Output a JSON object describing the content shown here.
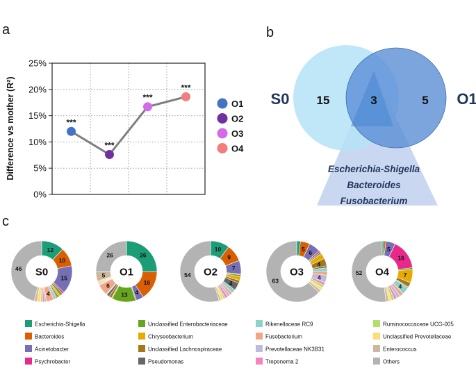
{
  "panels": {
    "a": "a",
    "b": "b",
    "c": "c"
  },
  "chart_data": [
    {
      "type": "line",
      "ylabel": "Difference vs mother (R²)",
      "ylim": [
        0,
        25
      ],
      "yticks": [
        "0%",
        "5%",
        "10%",
        "15%",
        "20%",
        "25%"
      ],
      "grid": true,
      "points": [
        {
          "x": "O1",
          "y": 12.0,
          "label": "***",
          "color": "#4472c4"
        },
        {
          "x": "O2",
          "y": 7.6,
          "label": "***",
          "color": "#7030a0"
        },
        {
          "x": "O3",
          "y": 16.7,
          "label": "***",
          "color": "#d36be6"
        },
        {
          "x": "O4",
          "y": 18.6,
          "label": "***",
          "color": "#f47c7c"
        }
      ],
      "line_color": "#7f7f7f",
      "legend_position": "right"
    },
    {
      "type": "venn",
      "sets": [
        {
          "label": "S0",
          "unique": 15,
          "color": "#b5e3f7"
        },
        {
          "label": "O1",
          "unique": 5,
          "color": "#5b8fd6"
        }
      ],
      "shared": 3,
      "shared_genera": [
        "Escherichia-Shigella",
        "Bacteroides",
        "Fusobacterium"
      ]
    },
    {
      "type": "pie",
      "variant": "donut",
      "categories": [
        "Escherichia-Shigella",
        "Bacteroides",
        "Acinetobacter",
        "Psychrobacter",
        "Unclassified Enterobacteriaceae",
        "Chryseobacterium",
        "Unclassified Lachnospiraceae",
        "Pseudomonas",
        "Rikenellaceae RC9",
        "Fusobacterium",
        "Prevotellaceae NK3B31",
        "Treponema 2",
        "Ruminococcaceae UCG-005",
        "Unclassified Prevotellaceae",
        "Enterococcus",
        "Others"
      ],
      "colors": [
        "#1b9e77",
        "#d95f02",
        "#7570b3",
        "#e7298a",
        "#66a61e",
        "#e6ab02",
        "#a6761d",
        "#666666",
        "#8dd3c7",
        "#f4a582",
        "#bebada",
        "#f781bf",
        "#b3de69",
        "#fddc7a",
        "#cdb79e",
        "#b3b3b3"
      ],
      "series": [
        {
          "name": "S0",
          "values": [
            12,
            10,
            15,
            1,
            1.5,
            1,
            1,
            0.5,
            1.5,
            4,
            1,
            1,
            1,
            2,
            1.5,
            46
          ],
          "labels": [
            "12",
            "10",
            "15",
            "",
            "",
            "",
            "",
            "",
            "",
            "4",
            "",
            "",
            "",
            "",
            "",
            "46"
          ]
        },
        {
          "name": "O1",
          "values": [
            26,
            16,
            4,
            0.5,
            13,
            0.5,
            1.5,
            1.5,
            0.5,
            6,
            0.5,
            0.5,
            0.5,
            1,
            5,
            26
          ],
          "labels": [
            "26",
            "16",
            "4",
            "",
            "13",
            "",
            "",
            "",
            "",
            "6",
            "",
            "",
            "",
            "",
            "5",
            "26"
          ]
        },
        {
          "name": "O2",
          "values": [
            10,
            9,
            7,
            0.5,
            1,
            2,
            1.5,
            4,
            2,
            1.5,
            1.5,
            1.5,
            1,
            1.5,
            1,
            54
          ],
          "labels": [
            "10",
            "9",
            "7",
            "",
            "",
            "",
            "",
            "4",
            "",
            "",
            "",
            "",
            "",
            "",
            "",
            "54"
          ]
        },
        {
          "name": "O3",
          "values": [
            2,
            5,
            6,
            1,
            1,
            3,
            4,
            1,
            2,
            2,
            4,
            1.5,
            1.5,
            1.5,
            1.5,
            63
          ],
          "labels": [
            "",
            "5",
            "6",
            "",
            "",
            "",
            "4",
            "",
            "",
            "",
            "4",
            "",
            "",
            "",
            "",
            "63"
          ]
        },
        {
          "name": "O4",
          "values": [
            1,
            1,
            5,
            16,
            1,
            7,
            2.5,
            0.5,
            4,
            2,
            2,
            1.5,
            1.5,
            1.5,
            1.5,
            52
          ],
          "labels": [
            "",
            "",
            "5",
            "16",
            "",
            "7",
            "",
            "",
            "4",
            "",
            "",
            "",
            "",
            "",
            "",
            "52"
          ]
        }
      ]
    }
  ]
}
